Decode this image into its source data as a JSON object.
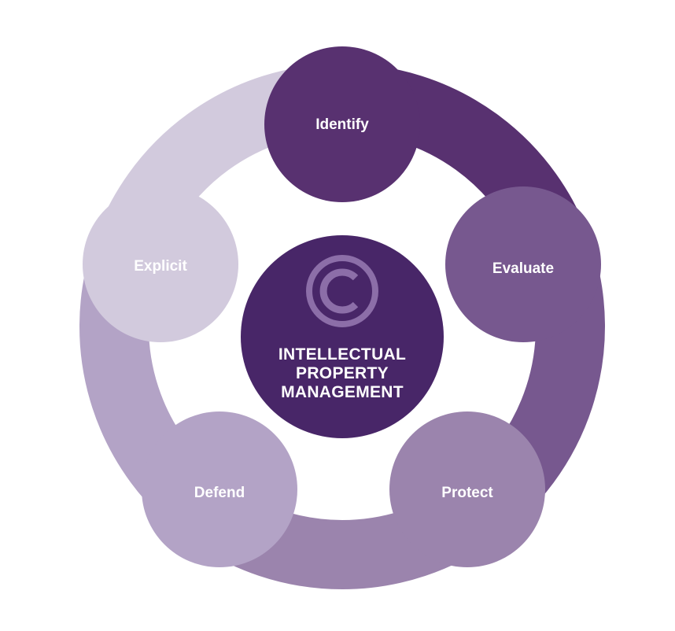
{
  "center": {
    "title_lines": [
      "INTELLECTUAL",
      "PROPERTY",
      "MANAGEMENT"
    ],
    "icon": "copyright-icon",
    "color": "#482668",
    "icon_color": "#8c6ea8"
  },
  "cycle": [
    {
      "label": "Identify",
      "color": "#583170"
    },
    {
      "label": "Evaluate",
      "color": "#77588f"
    },
    {
      "label": "Protect",
      "color": "#9b84ad"
    },
    {
      "label": "Defend",
      "color": "#b3a3c6"
    },
    {
      "label": "Explicit",
      "color": "#d2cadd"
    }
  ],
  "background": "#ffffff"
}
